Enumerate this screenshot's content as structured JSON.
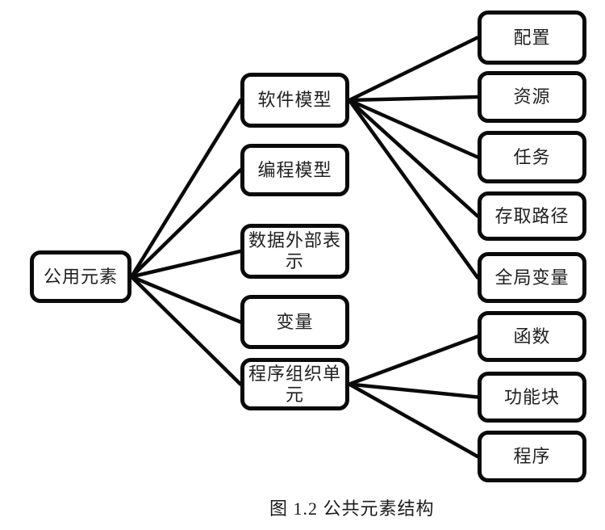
{
  "figure": {
    "caption": "图 1.2 公共元素结构"
  },
  "nodes": {
    "root": {
      "label": "公用元素"
    },
    "software_model": {
      "label": "软件模型"
    },
    "programming_model": {
      "label": "编程模型"
    },
    "data_external_repr": {
      "label": "数据外部表示"
    },
    "variables": {
      "label": "变量"
    },
    "program_organization_unit": {
      "label": "程序组织单元"
    },
    "configuration": {
      "label": "配置"
    },
    "resources": {
      "label": "资源"
    },
    "tasks": {
      "label": "任务"
    },
    "access_paths": {
      "label": "存取路径"
    },
    "global_variables": {
      "label": "全局变量"
    },
    "functions": {
      "label": "函数"
    },
    "function_blocks": {
      "label": "功能块"
    },
    "programs": {
      "label": "程序"
    }
  },
  "edges": [
    [
      "root",
      "software_model"
    ],
    [
      "root",
      "programming_model"
    ],
    [
      "root",
      "data_external_repr"
    ],
    [
      "root",
      "variables"
    ],
    [
      "root",
      "program_organization_unit"
    ],
    [
      "software_model",
      "configuration"
    ],
    [
      "software_model",
      "resources"
    ],
    [
      "software_model",
      "tasks"
    ],
    [
      "software_model",
      "access_paths"
    ],
    [
      "software_model",
      "global_variables"
    ],
    [
      "program_organization_unit",
      "functions"
    ],
    [
      "program_organization_unit",
      "function_blocks"
    ],
    [
      "program_organization_unit",
      "programs"
    ]
  ],
  "style": {
    "line_color": "#0a0a0a",
    "border_color": "#0a0a0a",
    "background": "#ffffff",
    "text_color": "#1f1f1f",
    "line_width": 4.5
  }
}
